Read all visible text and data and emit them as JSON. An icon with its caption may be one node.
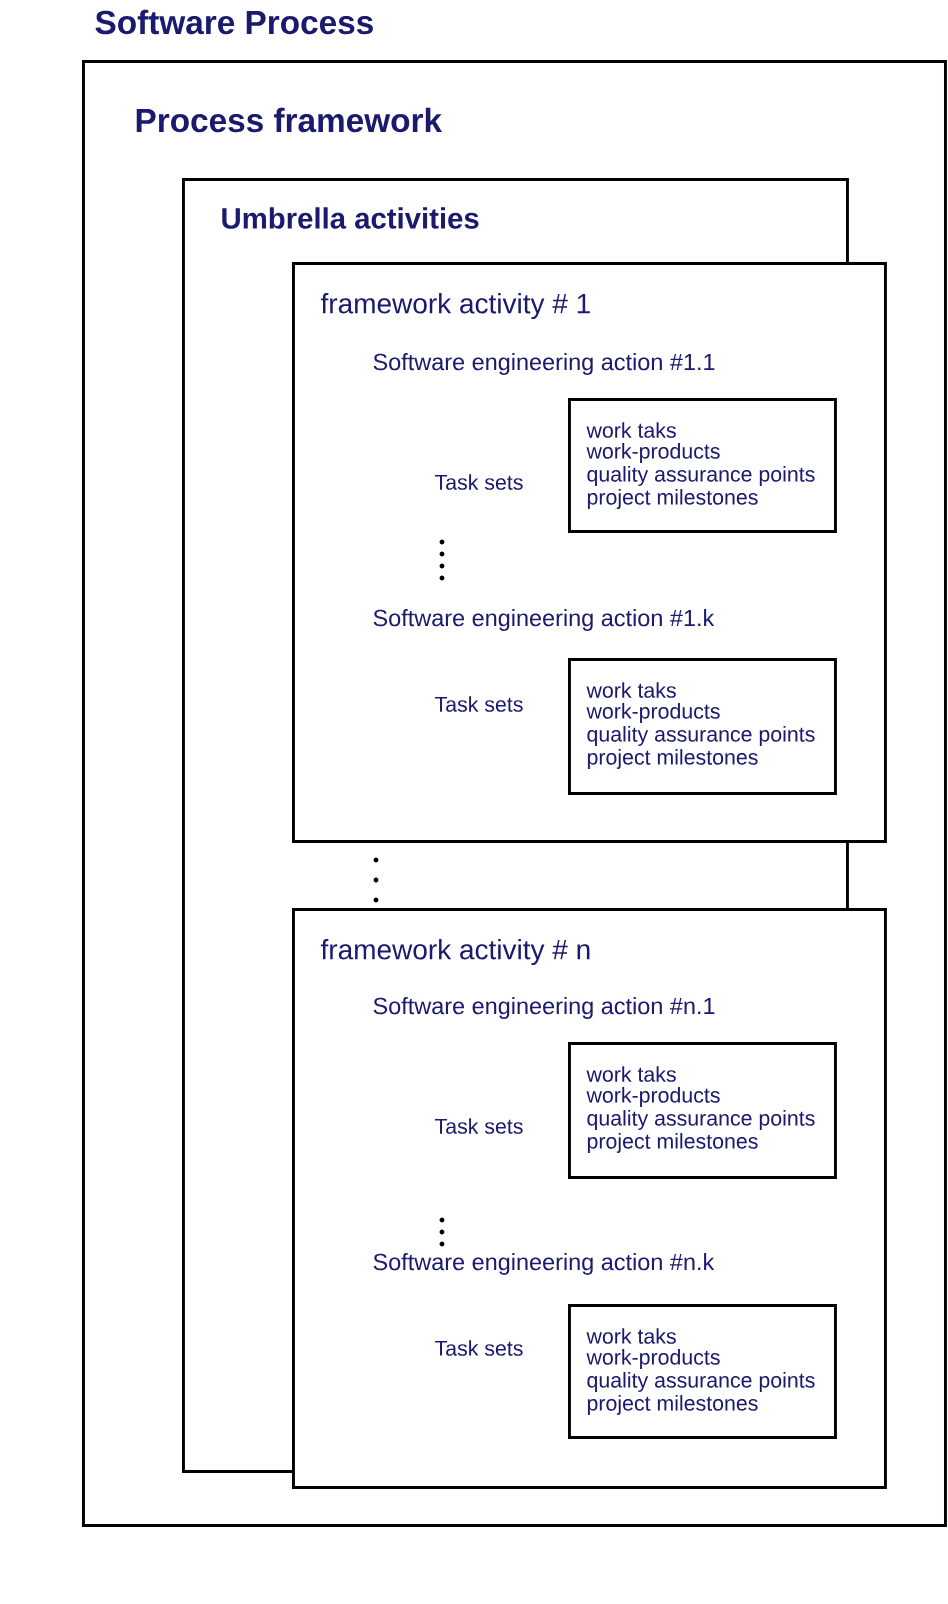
{
  "diagram": {
    "nodes": [
      {
        "text": [
          "Software Process",
          "Process framework"
        ]
      },
      {
        "text": [
          "Umbrella activities"
        ],
        "in": 0
      },
      {
        "text": [
          "framework activity # 1",
          "Software engineering action #1.1",
          "Task sets",
          "Software engineering action #1.k",
          "Task sets"
        ],
        "in": 0
      },
      {
        "text": [
          "work taks",
          "work-products",
          "quality assurance points",
          "project milestones"
        ],
        "in": 2
      },
      {
        "text": [
          "work taks",
          "work-products",
          "quality assurance points",
          "project milestones"
        ],
        "in": 2
      },
      {
        "text": [
          "framework activity # n",
          "Software engineering action #n.1",
          "Task sets",
          "Software engineering action #n.k",
          "Task sets"
        ],
        "in": 0
      },
      {
        "text": [
          "work taks",
          "work-products",
          "quality assurance points",
          "project milestones"
        ],
        "in": 5
      },
      {
        "text": [
          "work taks",
          "work-products",
          "quality assurance points",
          "project milestones"
        ],
        "in": 5
      }
    ]
  }
}
